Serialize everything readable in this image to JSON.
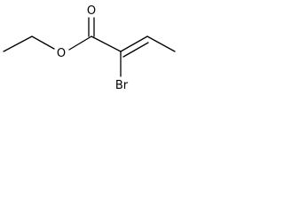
{
  "molecule": {
    "atoms": {
      "carbonyl_oxygen": "O",
      "ester_oxygen": "O",
      "bromine": "Br"
    },
    "colors": {
      "bond": "#000000",
      "background": "#ffffff"
    }
  }
}
